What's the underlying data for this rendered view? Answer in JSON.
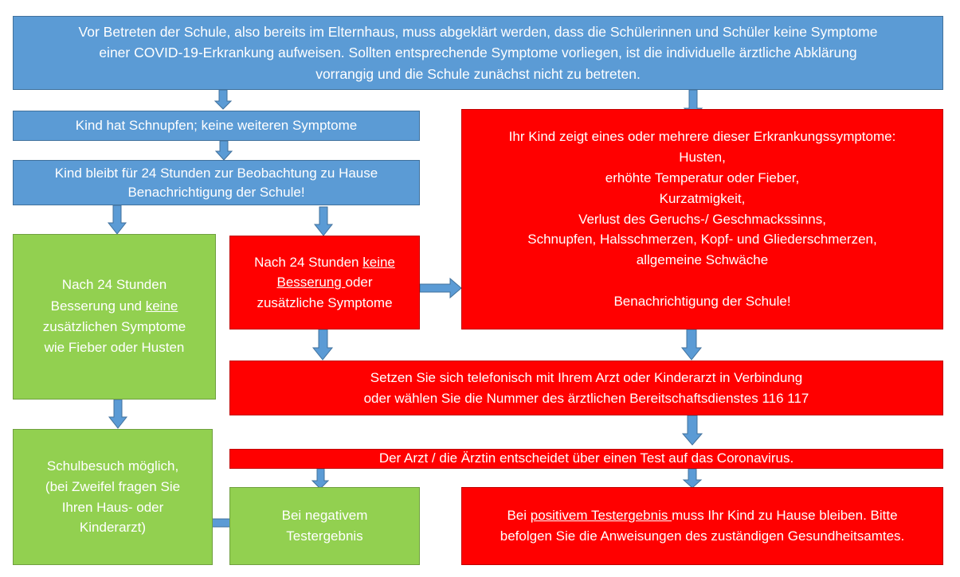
{
  "top_box": {
    "lines": [
      "Vor Betreten der Schule, also bereits im Elternhaus, muss abgeklärt werden, dass die Schülerinnen und Schüler keine Symptome",
      "einer COVID-19-Erkrankung aufweisen. Sollten entsprechende Symptome vorliegen, ist die individuelle ärztliche Abklärung",
      "vorrangig und die Schule zunächst nicht zu betreten."
    ]
  },
  "schnupfen_box": {
    "text": "Kind hat Schnupfen; keine weiteren Symptome"
  },
  "beobachtung_box": {
    "line1": "Kind bleibt für 24 Stunden zur Beobachtung zu Hause",
    "line2": "Benachrichtigung der Schule!"
  },
  "symptoms_box": {
    "intro": "Ihr Kind zeigt eines oder mehrere dieser  Erkrankungssymptome:",
    "symptoms": [
      "Husten,",
      "erhöhte Temperatur oder Fieber,",
      "Kurzatmigkeit,",
      "Verlust des Geruchs-/ Geschmackssinns,",
      "Schnupfen, Halsschmerzen, Kopf- und Gliederschmerzen,",
      "allgemeine Schwäche"
    ],
    "notice": "Benachrichtigung der Schule!"
  },
  "keine_besserung_box": {
    "l1_pre": "Nach 24 Stunden ",
    "l1_u": "keine",
    "l2_u": "Besserung ",
    "l2_post": "oder",
    "l3": "zusätzliche Symptome"
  },
  "besserung_box": {
    "l1": "Nach 24 Stunden",
    "l2_pre": "Besserung und ",
    "l2_u": "keine",
    "l3": "zusätzlichen Symptome",
    "l4": "wie Fieber oder Husten"
  },
  "arzt_box": {
    "line1": "Setzen Sie sich telefonisch mit Ihrem Arzt oder Kinderarzt in Verbindung",
    "line2": "oder wählen Sie die Nummer des ärztlichen Bereitschaftsdienstes 116 117"
  },
  "test_box": {
    "text": "Der Arzt / die Ärztin entscheidet über einen Test auf das Coronavirus."
  },
  "schulbesuch_box": {
    "lines": [
      "Schulbesuch möglich,",
      "(bei Zweifel fragen Sie",
      "Ihren Haus- oder",
      "Kinderarzt)"
    ]
  },
  "negativ_box": {
    "lines": [
      "Bei negativem",
      "Testergebnis"
    ]
  },
  "positiv_box": {
    "l1_pre": "Bei ",
    "l1_u": "positivem Testergebnis ",
    "l1_post": "muss Ihr Kind zu Hause bleiben. Bitte",
    "l2": "befolgen Sie die Anweisungen des zuständigen Gesundheitsamtes."
  },
  "colors": {
    "blue": "#5b9bd5",
    "red": "#ff0000",
    "green": "#92d050",
    "text": "#ffffff"
  }
}
